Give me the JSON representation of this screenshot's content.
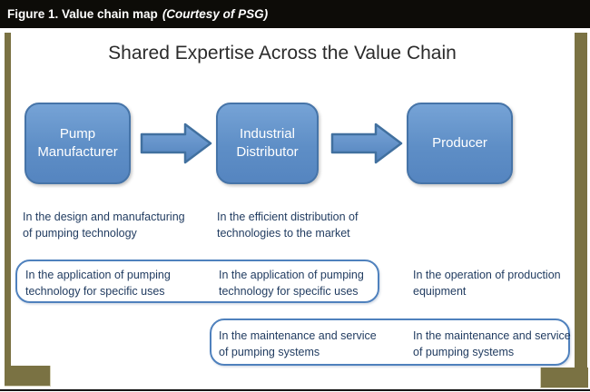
{
  "figure_header": {
    "label": "Figure 1. Value chain map",
    "credit": "(Courtesy of PSG)"
  },
  "diagram": {
    "title": "Shared Expertise Across the Value Chain",
    "nodes": [
      {
        "id": "pump-manufacturer",
        "label": "Pump\nManufacturer"
      },
      {
        "id": "industrial-distributor",
        "label": "Industrial\nDistributor"
      },
      {
        "id": "producer",
        "label": "Producer"
      }
    ],
    "arrows": [
      {
        "name": "arrow-right-icon",
        "from": "Pump Manufacturer",
        "to": "Industrial Distributor"
      },
      {
        "name": "arrow-right-icon",
        "from": "Industrial Distributor",
        "to": "Producer"
      }
    ],
    "notes": {
      "row1": {
        "pump_manufacturer": "In the design and manufacturing\nof pumping technology",
        "industrial_distributor": "In the efficient distribution of\ntechnologies to the market"
      },
      "row2": {
        "pump_manufacturer": "In the application of pumping\ntechnology for specific uses",
        "industrial_distributor": "In the application of pumping\ntechnology for specific uses",
        "producer": "In the operation of production\nequipment"
      },
      "row3": {
        "industrial_distributor": "In the maintenance and service\nof pumping systems",
        "producer": "In the maintenance and service\nof pumping systems"
      }
    }
  },
  "colors": {
    "caption_bar_bg": "#0d0c08",
    "caption_text": "#ffffff",
    "frame_olive": "#7a7243",
    "node_fill": "#5e8ec6",
    "node_border": "#4674a8",
    "outline_border": "#4f81bd",
    "note_text": "#1f3a5f",
    "title_text": "#2b2b2b"
  }
}
